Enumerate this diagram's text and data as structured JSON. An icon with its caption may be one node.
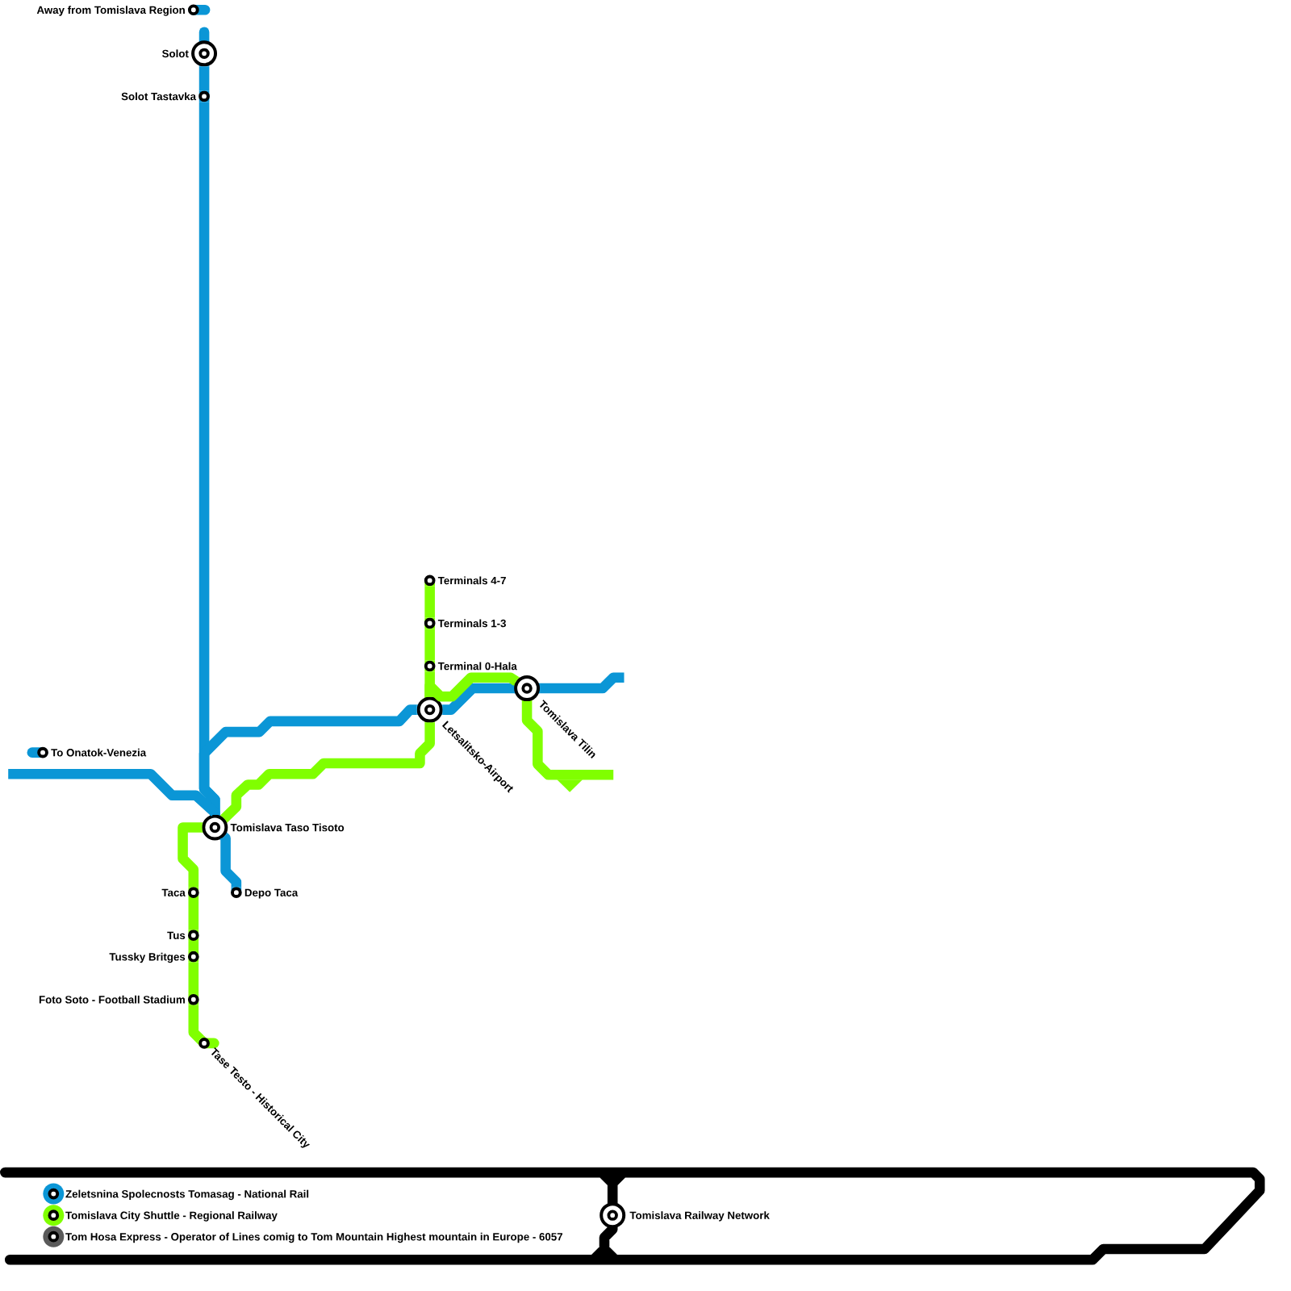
{
  "diagram": {
    "title": "Tomislava Railway Network",
    "nodes": [
      {
        "text": [
          "Away from Tomislava Region"
        ]
      },
      {
        "text": [
          "Solot"
        ]
      },
      {
        "text": [
          "Solot Tastavka"
        ]
      },
      {
        "text": [
          "Terminals 4-7"
        ]
      },
      {
        "text": [
          "Terminals 1-3"
        ]
      },
      {
        "text": [
          "Terminal 0-Hala"
        ]
      },
      {
        "text": [
          "Tomislava Tilin"
        ]
      },
      {
        "text": [
          "Letsalitsko-Airport"
        ]
      },
      {
        "text": [
          "To Onatok-Venezia"
        ]
      },
      {
        "text": [
          "Tomislava Taso Tisoto"
        ]
      },
      {
        "text": [
          "Taca"
        ]
      },
      {
        "text": [
          "Depo Taca"
        ]
      },
      {
        "text": [
          "Tus"
        ]
      },
      {
        "text": [
          "Tussky Britges"
        ]
      },
      {
        "text": [
          "Foto Soto - Football Stadium"
        ]
      },
      {
        "text": [
          "Tase Testo - Historical City"
        ]
      }
    ],
    "edges": [
      {
        "from": 1,
        "to": 2,
        "arrow": "none",
        "color": "#0b96d6"
      },
      {
        "from": 2,
        "to": 9,
        "arrow": "none",
        "color": "#0b96d6"
      },
      {
        "from": 9,
        "to": 11,
        "arrow": "none",
        "color": "#0b96d6"
      },
      {
        "from": 9,
        "to": 7,
        "arrow": "none",
        "color": "#0b96d6"
      },
      {
        "from": 7,
        "to": 6,
        "arrow": "none",
        "color": "#0b96d6"
      },
      {
        "from": null,
        "to": 9,
        "arrow": "none",
        "color": "#0b96d6"
      },
      {
        "from": 6,
        "to": null,
        "arrow": "none",
        "color": "#0b96d6"
      },
      {
        "from": 3,
        "to": 4,
        "arrow": "none"
      },
      {
        "from": 4,
        "to": 5,
        "arrow": "none"
      },
      {
        "from": 5,
        "to": 7,
        "arrow": "none"
      },
      {
        "from": 7,
        "to": 6,
        "arrow": "none"
      },
      {
        "from": 9,
        "to": 7,
        "arrow": "none"
      },
      {
        "from": 9,
        "to": 10,
        "arrow": "none"
      },
      {
        "from": 10,
        "to": 12,
        "arrow": "none"
      },
      {
        "from": 12,
        "to": 13,
        "arrow": "none"
      },
      {
        "from": 13,
        "to": 14,
        "arrow": "none"
      },
      {
        "from": 14,
        "to": 15,
        "arrow": "none"
      },
      {
        "from": 6,
        "to": null,
        "arrow": "none"
      }
    ],
    "legend": [
      {
        "text": "Zeletsnina Spolecnosts Tomasag - National Rail",
        "color": "#0b96d6"
      },
      {
        "text": "Tomislava City Shuttle - Regional Railway",
        "color": "#80ff00"
      },
      {
        "text": "Tom Hosa Express - Operator of Lines comig to Tom Mountain Highest mountain in Europe - 6057",
        "color": "#5a5a5a"
      }
    ]
  }
}
